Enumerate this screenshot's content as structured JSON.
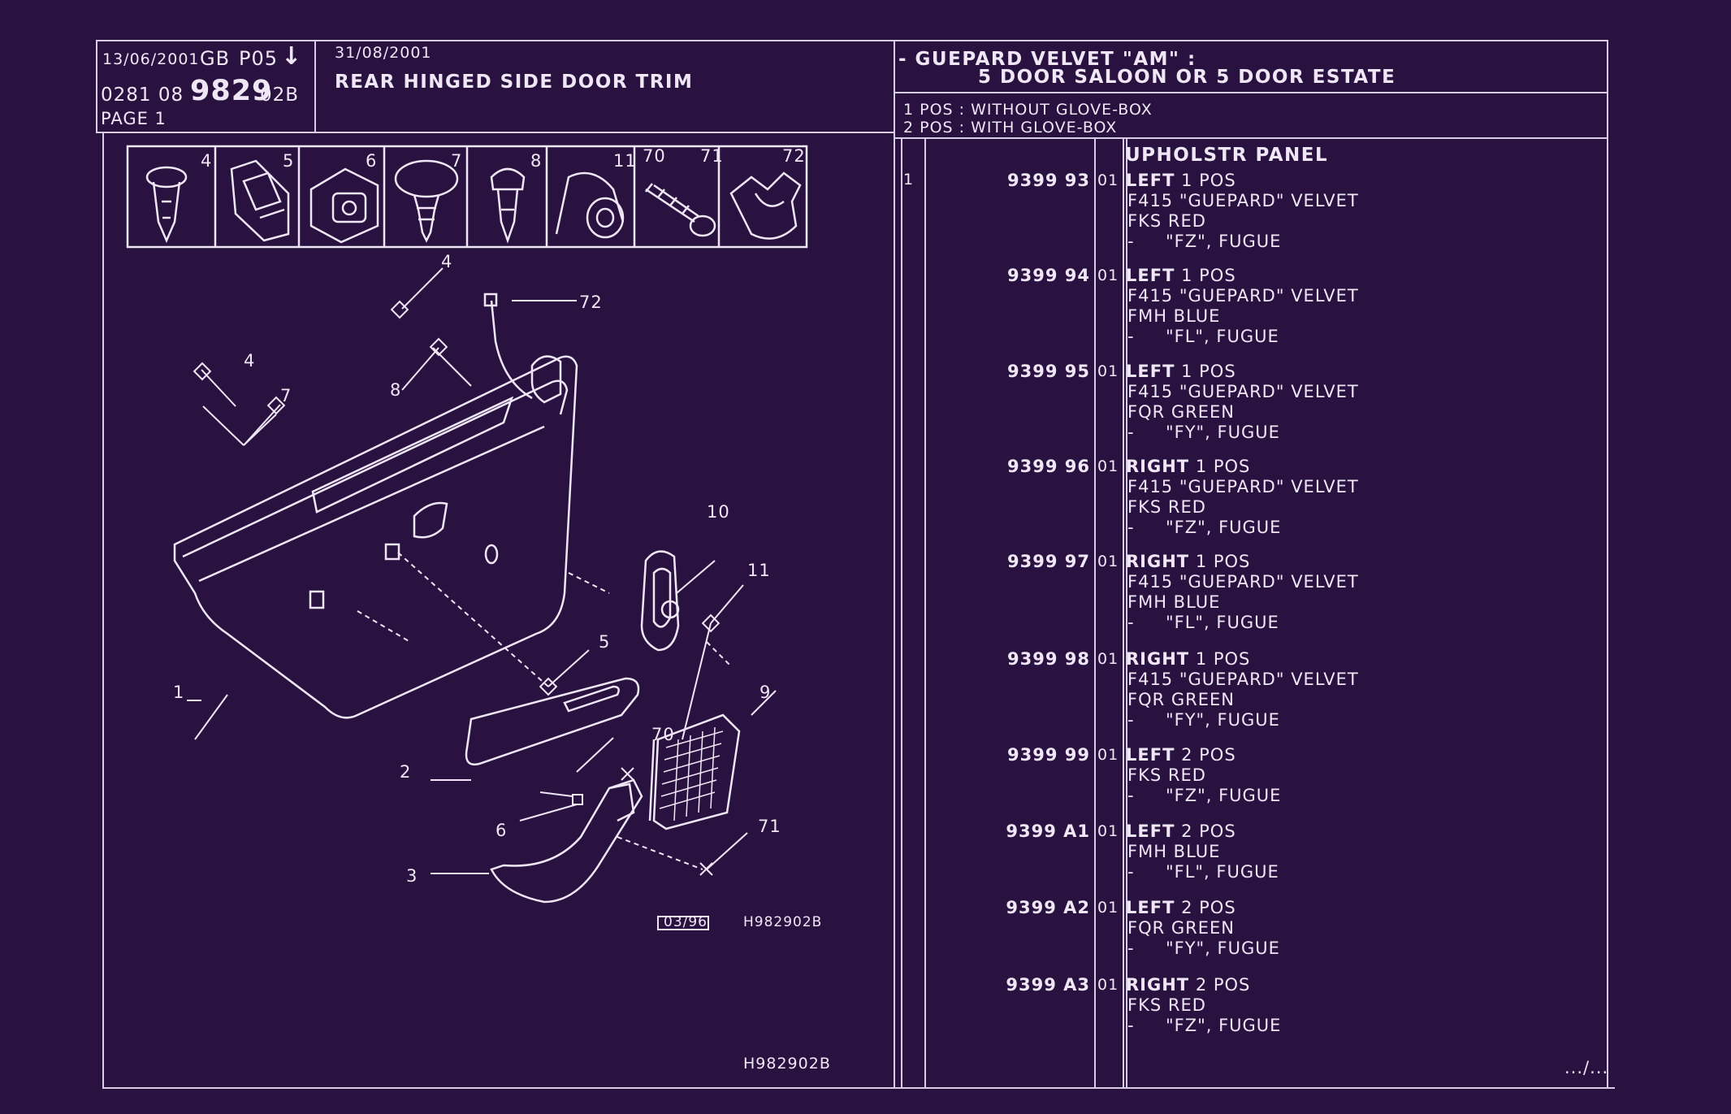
{
  "header": {
    "date1": "13/06/2001",
    "lang": "GB",
    "pos_code": "P05",
    "arrow": "↓",
    "ref_prefix": "0281 08",
    "ref_main": "9829",
    "ref_suffix": "02B",
    "page": "PAGE 1",
    "date2": "31/08/2001",
    "title": "REAR HINGED SIDE DOOR TRIM"
  },
  "variant": {
    "line1": "- GUEPARD VELVET \"AM\" :",
    "line2": "5 DOOR SALOON OR 5 DOOR ESTATE",
    "pos1": "1 POS : WITHOUT GLOVE-BOX",
    "pos2": "2 POS : WITH GLOVE-BOX"
  },
  "section": {
    "item_no": "1",
    "title": "UPHOLSTR PANEL"
  },
  "parts": [
    {
      "ref": "9399 93",
      "var": "01",
      "side": "LEFT",
      "pos": "1 POS",
      "lines": [
        "F415 \"GUEPARD\" VELVET",
        "FKS RED",
        "-     \"FZ\", FUGUE"
      ]
    },
    {
      "ref": "9399 94",
      "var": "01",
      "side": "LEFT",
      "pos": "1 POS",
      "lines": [
        "F415 \"GUEPARD\" VELVET",
        "FMH BLUE",
        "-     \"FL\", FUGUE"
      ]
    },
    {
      "ref": "9399 95",
      "var": "01",
      "side": "LEFT",
      "pos": "1 POS",
      "lines": [
        "F415 \"GUEPARD\" VELVET",
        "FQR GREEN",
        "-     \"FY\", FUGUE"
      ]
    },
    {
      "ref": "9399 96",
      "var": "01",
      "side": "RIGHT",
      "pos": "1 POS",
      "lines": [
        "F415 \"GUEPARD\" VELVET",
        "FKS RED",
        "-     \"FZ\", FUGUE"
      ]
    },
    {
      "ref": "9399 97",
      "var": "01",
      "side": "RIGHT",
      "pos": "1 POS",
      "lines": [
        "F415 \"GUEPARD\" VELVET",
        "FMH BLUE",
        "-     \"FL\", FUGUE"
      ]
    },
    {
      "ref": "9399 98",
      "var": "01",
      "side": "RIGHT",
      "pos": "1 POS",
      "lines": [
        "F415 \"GUEPARD\" VELVET",
        "FQR GREEN",
        "-     \"FY\", FUGUE"
      ]
    },
    {
      "ref": "9399 99",
      "var": "01",
      "side": "LEFT",
      "pos": "2 POS",
      "lines": [
        "FKS RED",
        "-     \"FZ\", FUGUE"
      ]
    },
    {
      "ref": "9399 A1",
      "var": "01",
      "side": "LEFT",
      "pos": "2 POS",
      "lines": [
        "FMH BLUE",
        "-     \"FL\", FUGUE"
      ]
    },
    {
      "ref": "9399 A2",
      "var": "01",
      "side": "LEFT",
      "pos": "2 POS",
      "lines": [
        "FQR GREEN",
        "-     \"FY\", FUGUE"
      ]
    },
    {
      "ref": "9399 A3",
      "var": "01",
      "side": "RIGHT",
      "pos": "2 POS",
      "lines": [
        "FKS RED",
        "-     \"FZ\", FUGUE"
      ]
    }
  ],
  "continued": ".../...",
  "fastener_icons": [
    {
      "num": "4",
      "icon": "push-rivet-icon"
    },
    {
      "num": "5",
      "icon": "clip-icon"
    },
    {
      "num": "6",
      "icon": "nut-clip-icon"
    },
    {
      "num": "7",
      "icon": "fir-tree-clip-icon"
    },
    {
      "num": "8",
      "icon": "pin-clip-icon"
    },
    {
      "num": "11",
      "icon": "grommet-icon"
    },
    {
      "num": "70",
      "icon": "screw-icon"
    },
    {
      "num": "71",
      "icon": ""
    },
    {
      "num": "72",
      "icon": "cable-clip-icon"
    }
  ],
  "diagram": {
    "callouts": [
      "4",
      "72",
      "4",
      "8",
      "7",
      "10",
      "11",
      "5",
      "1",
      "9",
      "2",
      "70",
      "6",
      "71",
      "3"
    ],
    "stamp": "03/96",
    "code_inner": "H982902B",
    "code_bottom": "H982902B"
  }
}
